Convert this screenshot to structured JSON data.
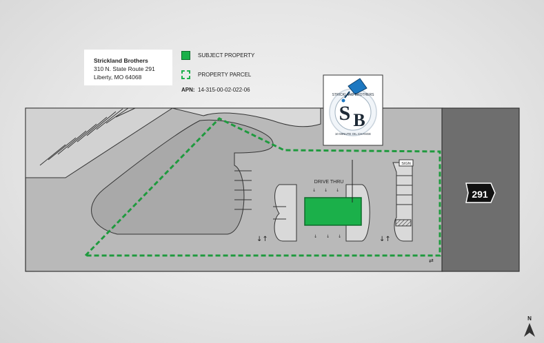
{
  "site": {
    "name": "Strickland Brothers",
    "address_line1": "310 N. State Route 291",
    "address_line2": "Liberty, MO 64068"
  },
  "legend": {
    "subject_property": "SUBJECT PROPERTY",
    "property_parcel": "PROPERTY PARCEL",
    "apn_label": "APN:",
    "apn_value": "14-315-00-02-022-06"
  },
  "map": {
    "drive_thru_label": "DRIVE THRU",
    "sign_label": "SIGN",
    "route_number": "291",
    "north_label": "N"
  },
  "logo": {
    "initials_s": "S",
    "initials_b": "B",
    "top_text": "STRICKLAND BROTHERS",
    "bottom_text": "10 MINUTE OIL CHANGE"
  },
  "colors": {
    "subject_green": "#1bb04a",
    "parcel_dash_green": "#1f9a3e",
    "paved_area": "#c8c8c8",
    "roadway": "#6e6e6e",
    "logo_blue": "#1d78c1"
  }
}
